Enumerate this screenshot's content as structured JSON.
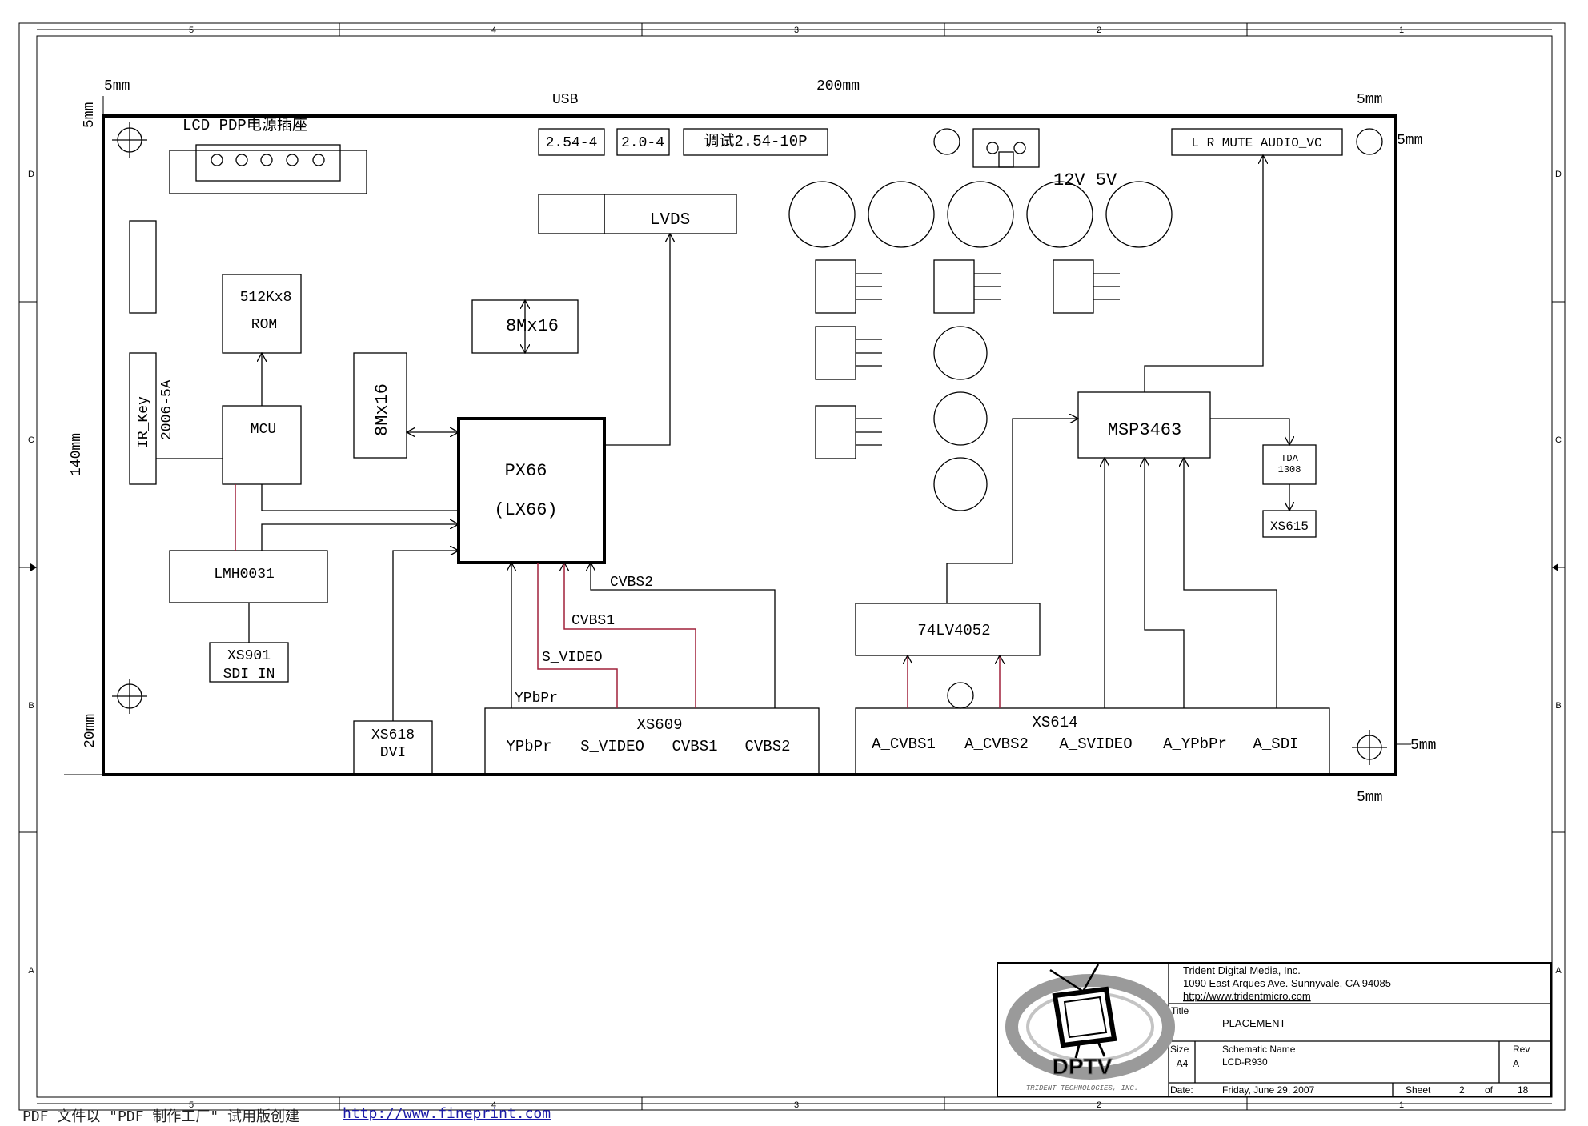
{
  "frame": {
    "columns": [
      "5",
      "4",
      "3",
      "2",
      "1"
    ],
    "rows": [
      "D",
      "C",
      "B",
      "A"
    ]
  },
  "dimensions": {
    "left_margin_top": "5mm",
    "left_margin_side": "5mm",
    "board_width": "200mm",
    "board_height": "140mm",
    "right_margin_top": "5mm",
    "right_margin_side": "5mm",
    "bottom_left": "20mm",
    "bottom_right_side": "5mm",
    "bottom_right_bottom": "5mm"
  },
  "board": {
    "power_socket": "LCD PDP电源插座",
    "usb": "USB",
    "usb_conn_1": "2.54-4",
    "usb_conn_2": "2.0-4",
    "debug_conn": "调试2.54-10P",
    "lvds": "LVDS",
    "audio_header": "L R MUTE AUDIO_VC",
    "power_label": "12V 5V",
    "rom_line1": "512Kx8",
    "rom_line2": "ROM",
    "ir_key_1": "IR_Key",
    "ir_key_2": "2006-5A",
    "mcu": "MCU",
    "mem_top": "8Mx16",
    "mem_left": "8Mx16",
    "soc_line1": "PX66",
    "soc_line2": "(LX66)",
    "lmh": "LMH0031",
    "xs901_line1": "XS901",
    "xs901_line2": "SDI_IN",
    "xs618_line1": "XS618",
    "xs618_line2": "DVI",
    "cvbs2": "CVBS2",
    "cvbs1": "CVBS1",
    "svideo": "S_VIDEO",
    "ypbpr": "YPbPr",
    "xs609": "XS609",
    "xs609_pins": [
      "YPbPr",
      "S_VIDEO",
      "CVBS1",
      "CVBS2"
    ],
    "msp": "MSP3463",
    "tda_line1": "TDA",
    "tda_line2": "1308",
    "xs615": "XS615",
    "mux": "74LV4052",
    "xs614": "XS614",
    "xs614_pins": [
      "A_CVBS1",
      "A_CVBS2",
      "A_SVIDEO",
      "A_YPbPr",
      "A_SDI"
    ]
  },
  "title_block": {
    "company": "Trident Digital Media, Inc.",
    "address": "1090 East Arques Ave.  Sunnyvale, CA 94085",
    "url": "http://www.tridentmicro.com",
    "title_label": "Title",
    "title": "PLACEMENT",
    "size_label": "Size",
    "size": "A4",
    "schematic_label": "Schematic Name",
    "schematic": "LCD-R930",
    "rev_label": "Rev",
    "rev": "A",
    "date_label": "Date:",
    "date": "Friday, June 29, 2007",
    "sheet_label": "Sheet",
    "sheet": "2",
    "of_label": "of",
    "total": "18",
    "logo_text": "DPTV",
    "logo_sub": "TRIDENT TECHNOLOGIES, INC."
  },
  "footer": {
    "note": "PDF 文件以 \"PDF 制作工厂\" 试用版创建",
    "link": "http://www.fineprint.com"
  }
}
